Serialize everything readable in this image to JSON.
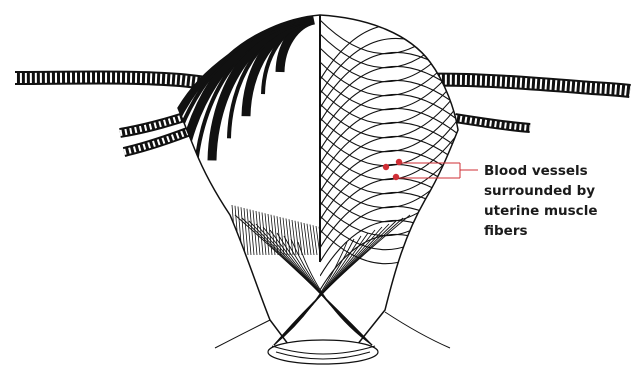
{
  "annotation": {
    "lines": [
      "Blood vessels",
      "surrounded by",
      "uterine muscle",
      "fibers"
    ]
  },
  "colors": {
    "ink": "#111111",
    "annotation_line": "#cf2f36",
    "vessel_dot": "#cf2f36",
    "background": "#ffffff"
  },
  "icons": {
    "left_fallopian_tube": "rope-tube",
    "right_fallopian_tube": "rope-tube",
    "vessels": "dot"
  }
}
